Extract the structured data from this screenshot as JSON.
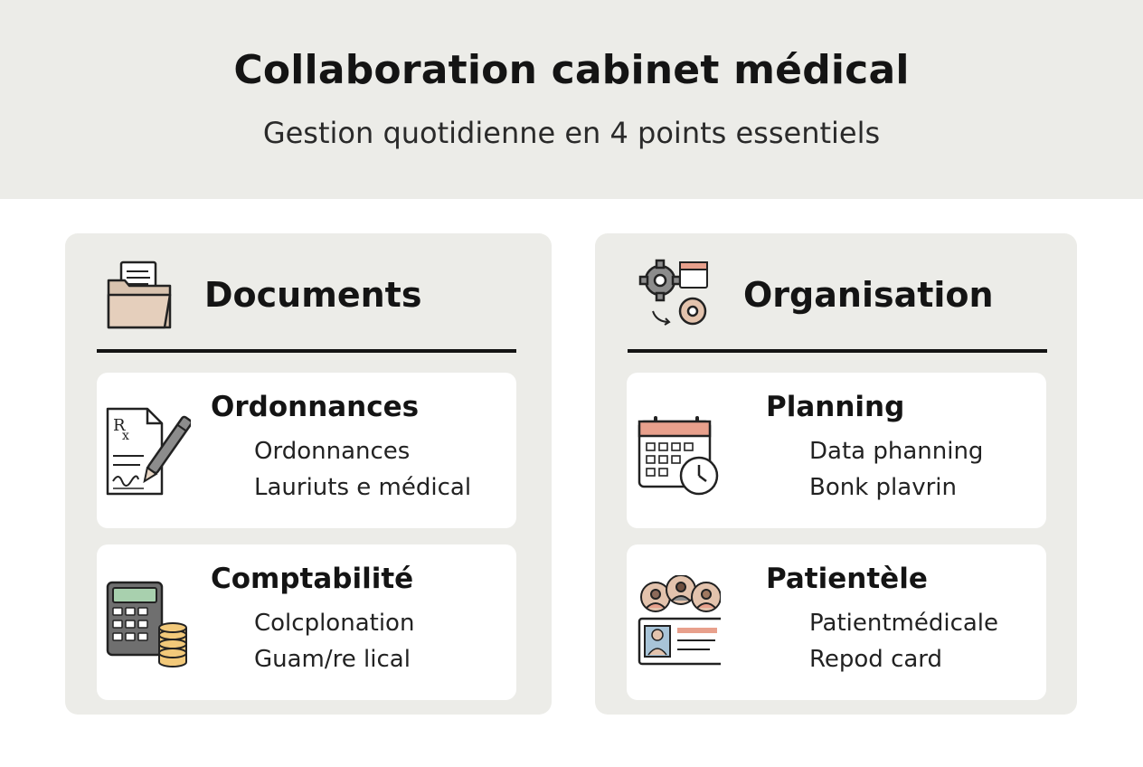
{
  "header": {
    "title": "Collaboration cabinet médical",
    "subtitle": "Gestion quotidienne en 4 points essentiels"
  },
  "panels": [
    {
      "title": "Documents",
      "icon": "folder-icon",
      "cards": [
        {
          "title": "Ordonnances",
          "icon": "prescription-icon",
          "lines": [
            "Ordonnances",
            "Lauriuts e médical"
          ]
        },
        {
          "title": "Comptabilité",
          "icon": "calculator-icon",
          "lines": [
            "Colcplonation",
            "Guam/re lical"
          ]
        }
      ]
    },
    {
      "title": "Organisation",
      "icon": "gears-calendar-icon",
      "cards": [
        {
          "title": "Planning",
          "icon": "calendar-clock-icon",
          "lines": [
            "Data phanning",
            "Bonk plavrin"
          ]
        },
        {
          "title": "Patientèle",
          "icon": "patients-card-icon",
          "lines": [
            "Patientmédicale",
            "Repod card"
          ]
        }
      ]
    }
  ],
  "colors": {
    "background": "#ffffff",
    "header_band": "#ecece8",
    "panel": "#ecece8",
    "card": "#ffffff",
    "accent_peach": "#e3c3ad",
    "accent_salmon": "#e8a08c",
    "accent_gold": "#f2c97a",
    "accent_green": "#a8d0ae"
  }
}
